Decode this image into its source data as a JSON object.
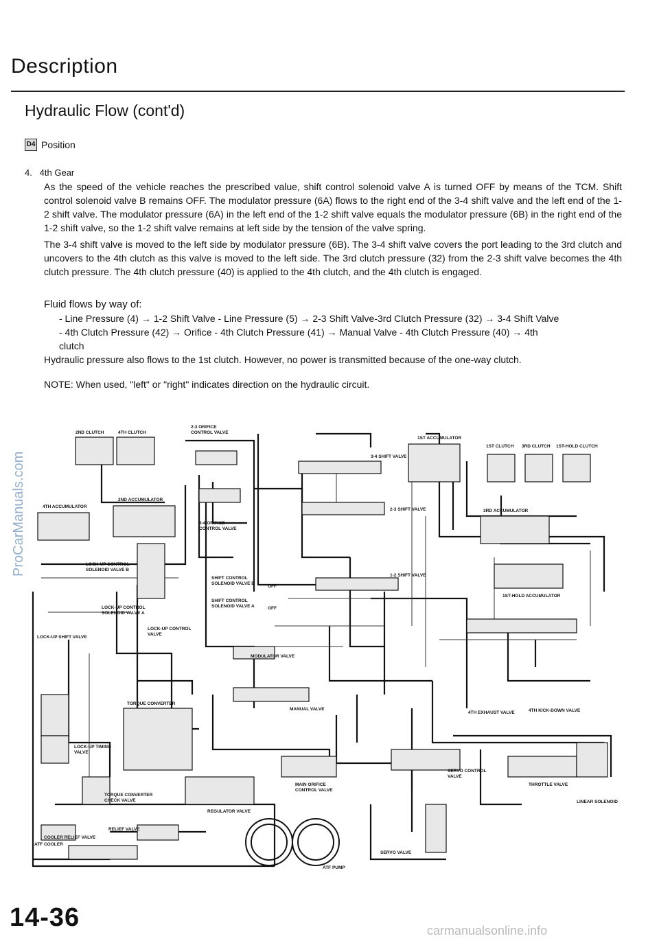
{
  "header": {
    "title": "Description",
    "subtitle": "Hydraulic Flow (cont'd)",
    "position_icon": "D4",
    "position_label": "Position"
  },
  "section": {
    "item": "4.   4th Gear",
    "para1": "As the speed of the vehicle reaches the prescribed value, shift control solenoid valve A is turned OFF by means of the TCM. Shift control solenoid valve B remains OFF. The modulator pressure (6A) flows to the right end of the 3-4 shift valve and the left end of the 1-2 shift valve. The modulator pressure (6A) in the left end of the 1-2 shift valve equals the modulator pressure (6B) in the right end of the 1-2 shift valve, so the 1-2 shift valve remains at left side by the tension of the valve spring.",
    "para2": "The 3-4 shift valve is moved to the left side by modulator pressure (6B). The 3-4 shift valve covers the port leading to the 3rd clutch and uncovers to the 4th clutch as this valve is moved to the left side. The 3rd clutch pressure (32) from the 2-3 shift valve becomes the 4th clutch pressure. The 4th clutch pressure (40) is applied to the 4th clutch, and the 4th clutch is engaged.",
    "fluid_intro": "Fluid flows by way of:",
    "flow_line1": "- Line Pressure (4) → 1-2 Shift Valve - Line Pressure (5) → 2-3 Shift Valve-3rd Clutch Pressure (32) → 3-4 Shift Valve",
    "flow_line2": "- 4th Clutch Pressure (42) → Orifice - 4th Clutch Pressure (41) → Manual Valve - 4th Clutch Pressure (40) → 4th",
    "flow_line3": "clutch",
    "para3": "Hydraulic pressure also flows to the 1st clutch. However, no power is transmitted because of the one-way clutch.",
    "note": "NOTE:  When used, \"left\" or \"right\" indicates direction on the hydraulic circuit."
  },
  "diagram_labels": {
    "c2": "2ND CLUTCH",
    "c4": "4TH CLUTCH",
    "orifice23": "2-3 ORIFICE",
    "orifice23b": "CONTROL VALVE",
    "acc1": "1ST ACCUMULATOR",
    "c1": "1ST CLUTCH",
    "c3": "3RD CLUTCH",
    "c1h": "1ST-HOLD CLUTCH",
    "sv34": "3-4 SHIFT VALVE",
    "acc4": "4TH ACCUMULATOR",
    "acc2": "2ND ACCUMULATOR",
    "orifice34": "3-4 ORIFICE",
    "orifice34b": "CONTROL VALVE",
    "sv23": "2-3 SHIFT VALVE",
    "acc3": "3RD ACCUMULATOR",
    "lucB": "LOCK-UP CONTROL",
    "lucB2": "SOLENOID VALVE B",
    "scB": "SHIFT CONTROL",
    "scB2": "SOLENOID VALVE B",
    "sv12": "1-2 SHIFT VALVE",
    "scA": "SHIFT CONTROL",
    "scA2": "SOLENOID VALVE A",
    "acc1h": "1ST-HOLD ACCUMULATOR",
    "lucA": "LOCK-UP CONTROL",
    "lucA2": "SOLENOID VALVE A",
    "lusv": "LOCK-UP SHIFT VALVE",
    "lucv": "LOCK-UP CONTROL",
    "lucv2": "VALVE",
    "mod": "MODULATOR VALVE",
    "manual": "MANUAL VALVE",
    "tc": "TORQUE CONVERTER",
    "lut": "LOCK-UP TIMING",
    "lut2": "VALVE",
    "ex4": "4TH EXHAUST VALVE",
    "kd4": "4TH KICK-DOWN VALVE",
    "tccv": "TORQUE CONVERTER",
    "tccv2": "CHECK VALVE",
    "moc": "MAIN ORIFICE",
    "moc2": "CONTROL VALVE",
    "svc": "SERVO CONTROL",
    "svc2": "VALVE",
    "thr": "THROTTLE VALVE",
    "lin": "LINEAR SOLENOID",
    "reg": "REGULATOR VALVE",
    "crv": "COOLER RELIEF VALVE",
    "rv": "RELIEF VALVE",
    "atfc": "ATF COOLER",
    "pump": "ATF PUMP",
    "servo": "SERVO VALVE",
    "off1": "OFF",
    "off2": "OFF"
  },
  "watermark": "ProCarManuals.com",
  "page_number": "14-36",
  "footer": "carmanualsonline.info"
}
